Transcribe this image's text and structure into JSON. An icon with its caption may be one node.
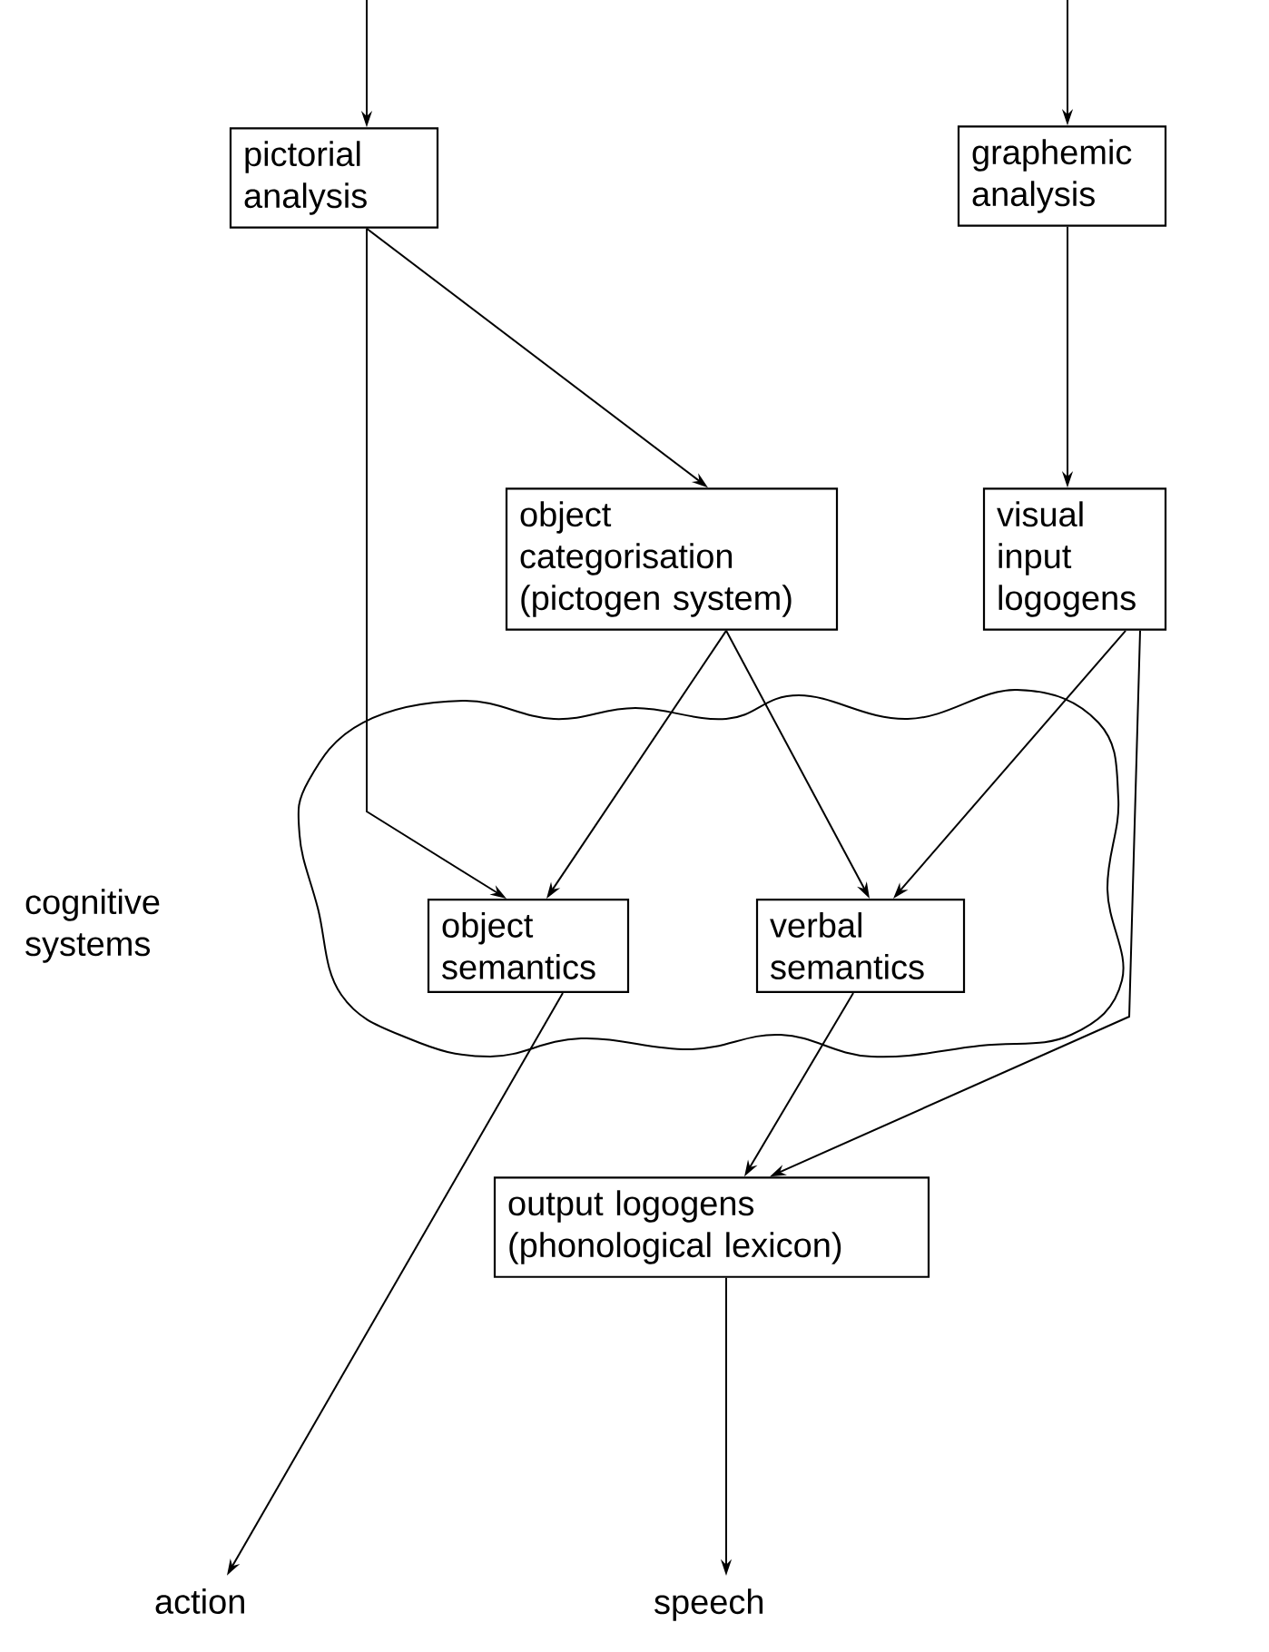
{
  "diagram": {
    "nodes": [
      {
        "text": [
          "pictorial analysis"
        ]
      },
      {
        "text": [
          "graphemic analysis"
        ]
      },
      {
        "text": [
          "object categorisation (pictogen system)"
        ]
      },
      {
        "text": [
          "visual input logogens"
        ]
      },
      {
        "text": [
          "cognitive systems"
        ]
      },
      {
        "text": [
          "object semantics"
        ],
        "in": 4
      },
      {
        "text": [
          "verbal semantics"
        ],
        "in": 4
      },
      {
        "text": [
          "output logogens (phonological lexicon)"
        ]
      },
      {
        "text": [
          "action"
        ]
      },
      {
        "text": [
          "speech"
        ]
      }
    ],
    "edges": [
      {
        "from": null,
        "to": 0,
        "arrow": "to"
      },
      {
        "from": null,
        "to": 1,
        "arrow": "to"
      },
      {
        "from": 0,
        "to": 2,
        "arrow": "to"
      },
      {
        "from": 0,
        "to": 5,
        "arrow": "to"
      },
      {
        "from": 1,
        "to": 3,
        "arrow": "to"
      },
      {
        "from": 2,
        "to": 5,
        "arrow": "to"
      },
      {
        "from": 2,
        "to": 6,
        "arrow": "to"
      },
      {
        "from": 3,
        "to": 6,
        "arrow": "to"
      },
      {
        "from": 3,
        "to": 7,
        "arrow": "to"
      },
      {
        "from": 6,
        "to": 7,
        "arrow": "to"
      },
      {
        "from": 5,
        "to": 8,
        "arrow": "to"
      },
      {
        "from": 7,
        "to": 9,
        "arrow": "to"
      }
    ]
  }
}
